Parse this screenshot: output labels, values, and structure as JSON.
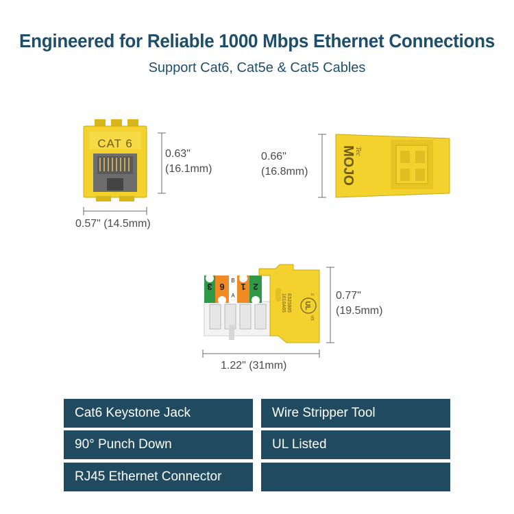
{
  "header": {
    "title": "Engineered for Reliable 1000 Mbps Ethernet Connections",
    "subtitle": "Support Cat6, Cat5e & Cat5 Cables"
  },
  "front_view": {
    "jack_label": "CAT 6",
    "height_in": "0.63\"",
    "height_mm": "(16.1mm)",
    "width": "0.57\" (14.5mm)"
  },
  "side_view": {
    "brand_small": "Tec",
    "brand_large": "MOJO",
    "height_in": "0.66\"",
    "height_mm": "(16.8mm)"
  },
  "top_view": {
    "pin_labels": [
      "2",
      "1",
      "6",
      "3"
    ],
    "pair_letters": [
      "B",
      "A"
    ],
    "model_code": "E525885",
    "batch_code": "1610A65",
    "ul_mark": "UL",
    "ul_c": "c",
    "ul_us": "us",
    "height_in": "0.77\"",
    "height_mm": "(19.5mm)",
    "length": "1.22\" (31mm)"
  },
  "features": [
    "Cat6 Keystone Jack",
    "Wire Stripper Tool",
    "90° Punch Down",
    "UL Listed",
    "RJ45 Ethernet Connector",
    ""
  ],
  "colors": {
    "title": "#1f4e6b",
    "feature_bg": "#1f4a60",
    "jack_yellow": "#f4d22e",
    "wire_orange": "#f08a23",
    "wire_green": "#2e9a48"
  }
}
